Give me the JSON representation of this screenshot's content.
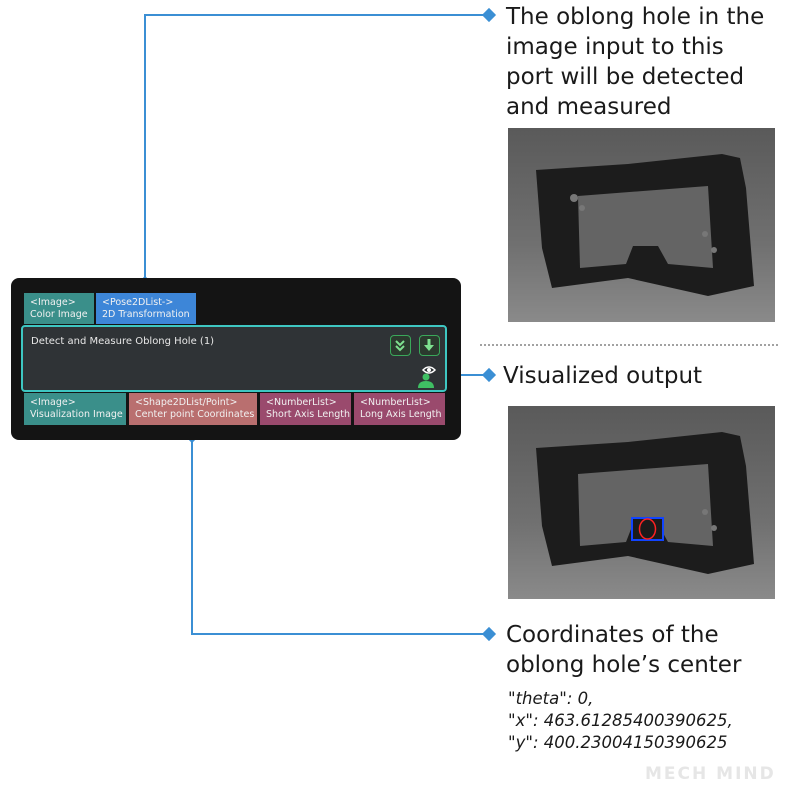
{
  "annotations": {
    "input_port": "The oblong hole in the\nimage input to this\nport will be detected\nand measured",
    "visualized_output": "Visualized output",
    "center_coordinates": "Coordinates of the\noblong hole’s center",
    "example_output": "\"theta\": 0,\n\"x\": 463.61285400390625,\n\"y\": 400.23004150390625"
  },
  "node": {
    "title": "Detect and Measure Oblong Hole (1)",
    "inputs": [
      {
        "type": "<Image>",
        "name": "Color Image",
        "color": "#3a8f8a"
      },
      {
        "type": "<Pose2DList->",
        "name": "2D Transformation",
        "color": "#3d86d8"
      }
    ],
    "outputs": [
      {
        "type": "<Image>",
        "name": "Visualization Image",
        "color": "#3a8f8a"
      },
      {
        "type": "<Shape2DList/Point>",
        "name": "Center point Coordinates",
        "color": "#b96f6f"
      },
      {
        "type": "<NumberList>",
        "name": "Short Axis Length",
        "color": "#9a4a6d"
      },
      {
        "type": "<NumberList>",
        "name": "Long Axis Length",
        "color": "#9a4a6d"
      }
    ],
    "icons": [
      "chevron-double-down-icon",
      "download-arrow-icon",
      "visualization-eye-icon"
    ]
  },
  "colors": {
    "connector": "#3b8fd4",
    "node_border": "#3ec7c2"
  },
  "watermark": "MECH MIND"
}
